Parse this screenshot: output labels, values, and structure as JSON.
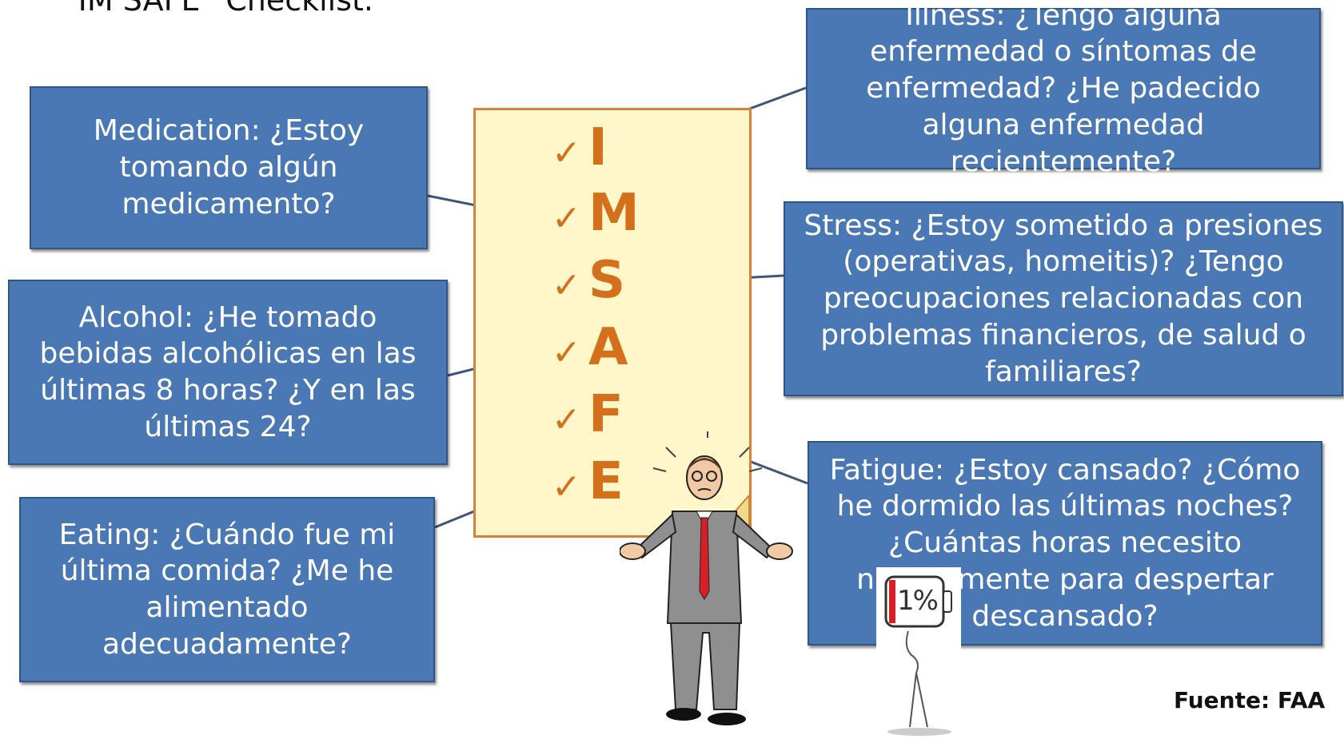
{
  "title": "“IM SAFE” Checklist.",
  "checklist": {
    "check_mark": "✓",
    "letters": [
      "I",
      "M",
      "S",
      "A",
      "F",
      "E"
    ]
  },
  "boxes": {
    "illness": "Illness: ¿Tengo alguna enfermedad o síntomas de enfermedad? ¿He padecido alguna enfermedad recientemente?",
    "medication": "Medication: ¿Estoy tomando algún medicamento?",
    "stress": "Stress: ¿Estoy sometido a presiones (operativas, homeitis)? ¿Tengo preocupaciones relacionadas con problemas financieros, de salud o familiares?",
    "alcohol": "Alcohol: ¿He tomado bebidas alcohólicas en las últimas 8 horas? ¿Y en las últimas 24?",
    "fatigue": "Fatigue: ¿Estoy cansado? ¿Cómo he dormido las últimas noches? ¿Cuántas horas necesito normalmente para despertar descansado?",
    "eating": "Eating: ¿Cuándo fue mi última comida? ¿Me he alimentado adecuadamente?"
  },
  "battery_label": "1%",
  "source": "Fuente: FAA",
  "colors": {
    "box_fill": "#4a78b5",
    "box_border": "#2f5587",
    "paper_fill": "#fff7c9",
    "accent_orange": "#d4701c",
    "connector": "#3b5679"
  }
}
